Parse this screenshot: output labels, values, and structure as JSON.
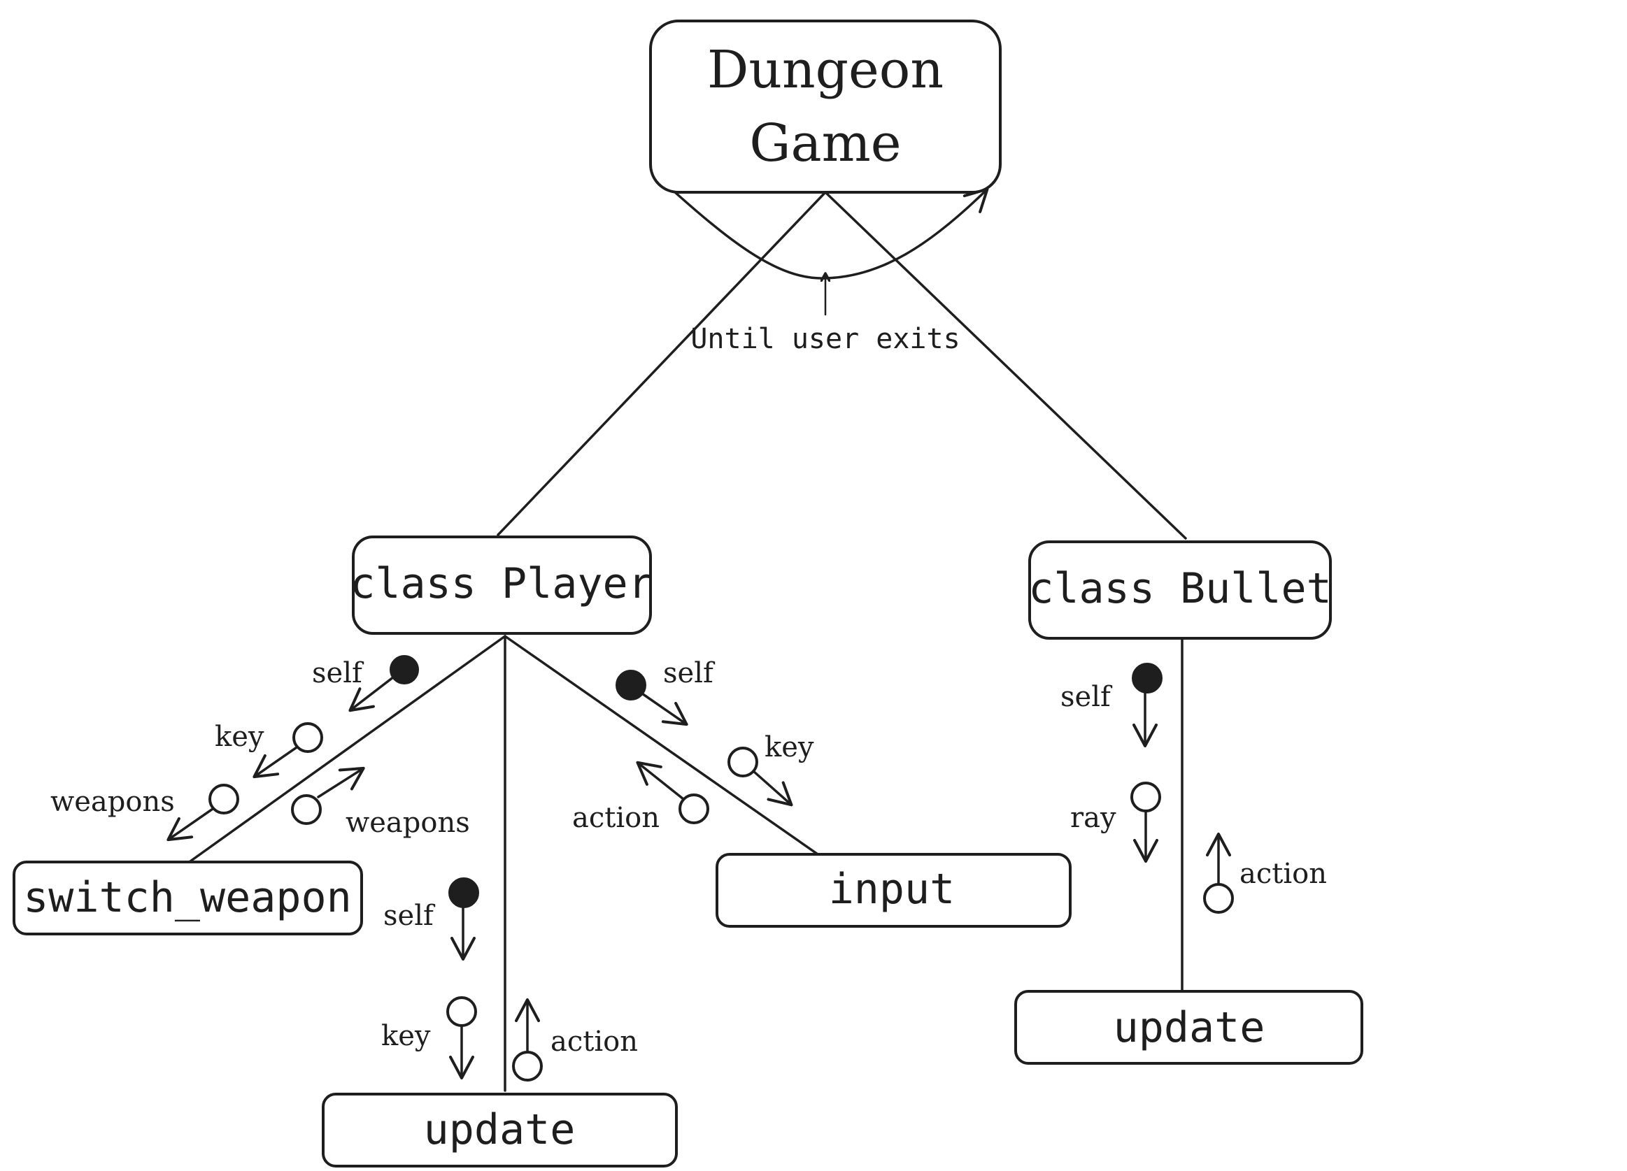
{
  "title": {
    "line1": "Dungeon",
    "line2": "Game"
  },
  "loop_note": "Until user exits",
  "nodes": {
    "player_class": "class Player",
    "bullet_class": "class Bullet",
    "switch_weapon": "switch_weapon",
    "player_update": "update",
    "player_input": "input",
    "bullet_update": "update"
  },
  "couples": {
    "switch_weapon": {
      "in": [
        "self",
        "key",
        "weapons"
      ],
      "out": [
        "weapons"
      ]
    },
    "player_update": {
      "in": [
        "self",
        "key"
      ],
      "out": [
        "action"
      ]
    },
    "player_input": {
      "in": [
        "self",
        "key"
      ],
      "out": [
        "action"
      ]
    },
    "bullet_update": {
      "in": [
        "self",
        "ray"
      ],
      "out": [
        "action"
      ]
    }
  },
  "colors": {
    "ink": "#1e1e1e",
    "background": "#ffffff"
  }
}
